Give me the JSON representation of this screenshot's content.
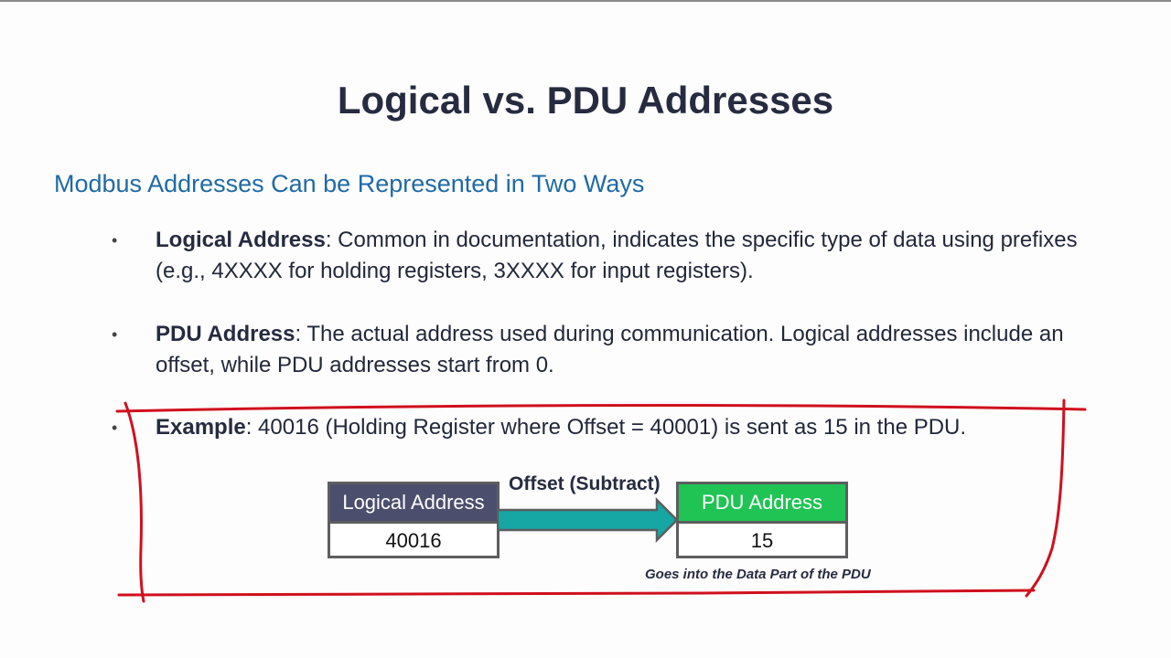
{
  "slide": {
    "title": "Logical vs. PDU Addresses",
    "subtitle": "Modbus Addresses Can be Represented in Two Ways",
    "bullet_glyph": "•",
    "bullets": [
      {
        "term": "Logical Address",
        "text": ": Common in documentation, indicates the specific type of data using prefixes (e.g., 4XXXX for holding registers, 3XXXX for input registers)."
      },
      {
        "term": "PDU Address",
        "text": ": The actual address used during communication. Logical addresses include an offset, while PDU addresses start from 0."
      },
      {
        "term": "Example",
        "text": ": 40016 (Holding Register where Offset = 40001) is sent as 15 in the PDU."
      }
    ]
  },
  "diagram": {
    "logical": {
      "header": "Logical Address",
      "value": "40016"
    },
    "arrow_label": "Offset (Subtract)",
    "pdu": {
      "header": "PDU Address",
      "value": "15"
    },
    "caption": "Goes into the Data Part of the PDU"
  },
  "colors": {
    "title": "#262b40",
    "subtitle": "#1f6aa5",
    "logical_header": "#4b4f6d",
    "pdu_header": "#1fc454",
    "arrow_fill": "#16a6a3",
    "annotation": "#d0101e"
  }
}
